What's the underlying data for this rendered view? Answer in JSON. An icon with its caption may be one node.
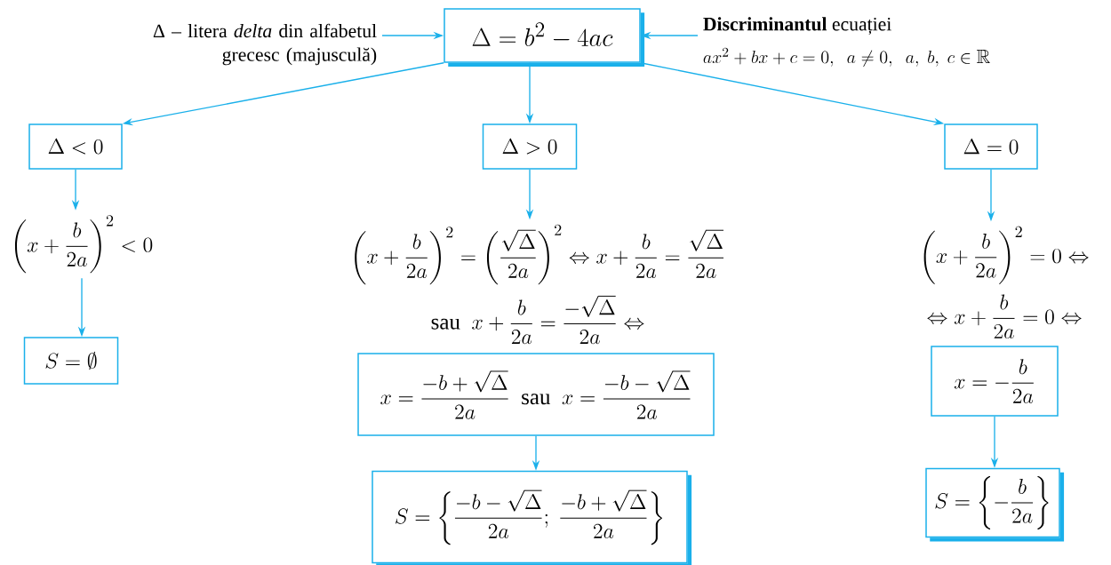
{
  "diagram": {
    "nodes": [
      {
        "text": [
          "Δ – litera *delta* din alfabetul grecesc (majusculă)"
        ]
      },
      {
        "text": [
          "\\Delta = b^{2} - 4ac"
        ]
      },
      {
        "text": [
          "**Discriminantul** ecuației",
          "ax^{2}+bx+c=0,\\ \\ a\\neq 0,\\ \\ a,\\ b,\\ c\\in\\mathbb{R}"
        ]
      },
      {
        "text": [
          "\\Delta<0"
        ]
      },
      {
        "text": [
          "\\Delta>0"
        ]
      },
      {
        "text": [
          "\\Delta=0"
        ]
      },
      {
        "text": [
          "\\left(x+\\dfrac{b}{2a}\\right)^{2}<0"
        ]
      },
      {
        "text": [
          "S=\\emptyset"
        ]
      },
      {
        "text": [
          "\\left(x+\\dfrac{b}{2a}\\right)^{2}=\\left(\\dfrac{\\sqrt{\\Delta}}{2a}\\right)^{2}\\Leftrightarrow x+\\dfrac{b}{2a}=\\dfrac{\\sqrt{\\Delta}}{2a}",
          "\\text{sau}\\ \\ x+\\dfrac{b}{2a}=\\dfrac{-\\sqrt{\\Delta}}{2a}\\Leftrightarrow"
        ]
      },
      {
        "text": [
          "x=\\dfrac{-b+\\sqrt{\\Delta}}{2a}\\ \\ \\text{sau}\\ \\ x=\\dfrac{-b-\\sqrt{\\Delta}}{2a}"
        ]
      },
      {
        "text": [
          "S=\\left\\{\\dfrac{-b-\\sqrt{\\Delta}}{2a};\\ \\dfrac{-b+\\sqrt{\\Delta}}{2a}\\right\\}"
        ]
      },
      {
        "text": [
          "\\left(x+\\dfrac{b}{2a}\\right)^{2}=0\\Leftrightarrow",
          "\\Leftrightarrow x+\\dfrac{b}{2a}=0\\Leftrightarrow"
        ]
      },
      {
        "text": [
          "x=-\\dfrac{b}{2a}"
        ]
      },
      {
        "text": [
          "S=\\left\\{-\\dfrac{b}{2a}\\right\\}"
        ]
      }
    ],
    "edges": [
      {
        "from": 0,
        "to": 1,
        "arrow": "to"
      },
      {
        "from": 2,
        "to": 1,
        "arrow": "to"
      },
      {
        "from": 1,
        "to": 3,
        "arrow": "to"
      },
      {
        "from": 1,
        "to": 4,
        "arrow": "to"
      },
      {
        "from": 1,
        "to": 5,
        "arrow": "to"
      },
      {
        "from": 3,
        "to": 6,
        "arrow": "to"
      },
      {
        "from": 6,
        "to": 7,
        "arrow": "to"
      },
      {
        "from": 4,
        "to": 8,
        "arrow": "to"
      },
      {
        "from": 9,
        "to": 10,
        "arrow": "to"
      },
      {
        "from": 5,
        "to": 11,
        "arrow": "to"
      },
      {
        "from": 12,
        "to": 13,
        "arrow": "to"
      }
    ]
  }
}
